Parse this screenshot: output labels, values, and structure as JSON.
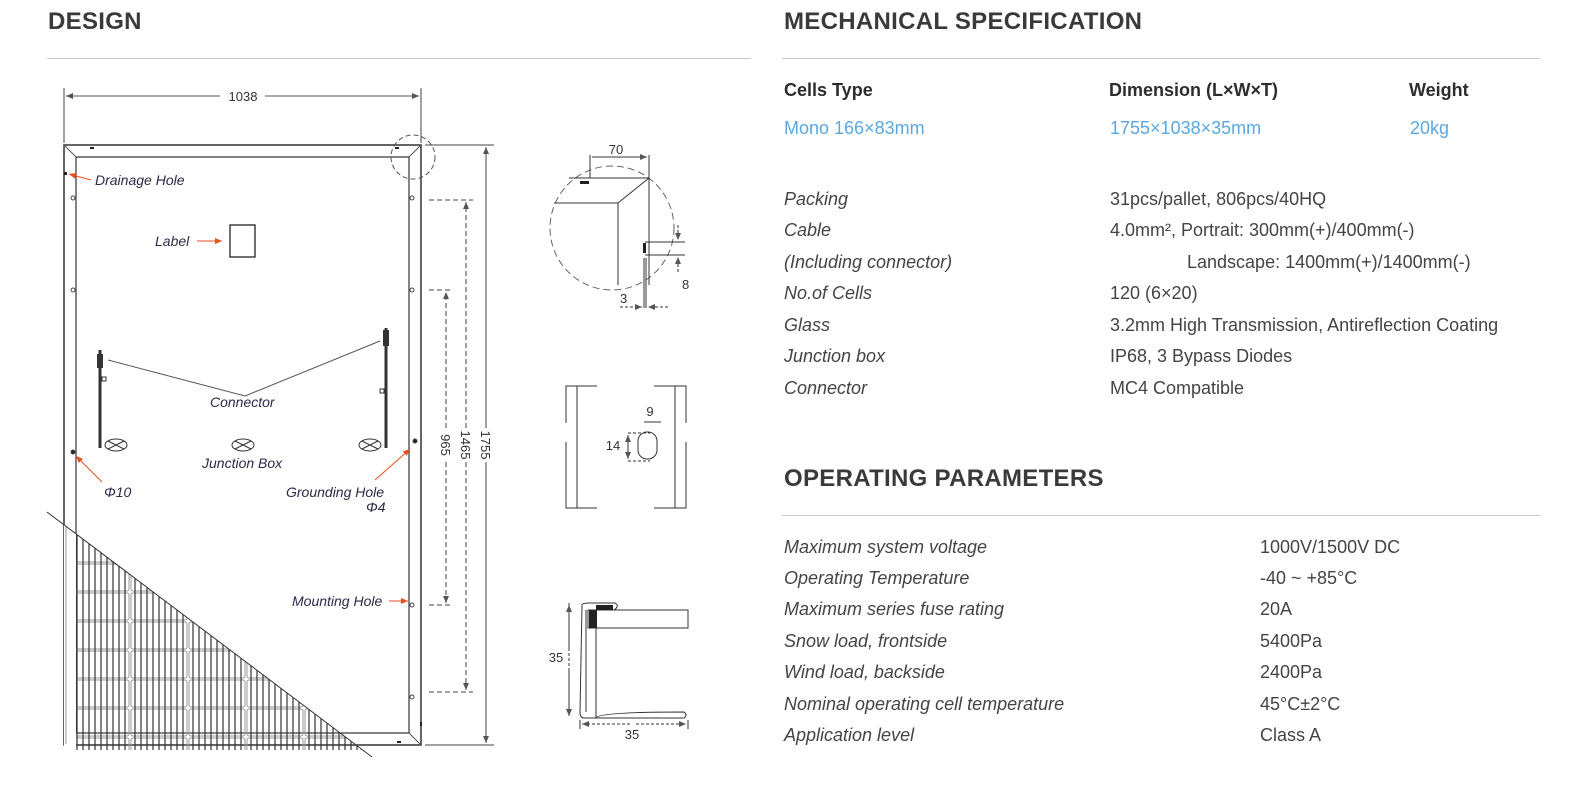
{
  "design": {
    "title": "DESIGN",
    "dimensions": {
      "width": "1038",
      "length": "1755",
      "mount_outer": "1465",
      "mount_inner": "965"
    },
    "labels": {
      "drainage_hole": "Drainage Hole",
      "label": "Label",
      "connector": "Connector",
      "junction_box": "Junction Box",
      "phi10": "Φ10",
      "grounding_hole": "Grounding Hole",
      "phi4": "Φ4",
      "mounting_hole": "Mounting Hole"
    },
    "details": {
      "corner_width": "70",
      "corner_gap": "8",
      "corner_thickness": "3",
      "slot_width": "9",
      "slot_height": "14",
      "frame_height": "35",
      "frame_width": "35"
    }
  },
  "mechanical": {
    "title": "MECHANICAL SPECIFICATION",
    "headers": [
      {
        "label": "Cells Type",
        "value": "Mono 166×83mm"
      },
      {
        "label": "Dimension (L×W×T)",
        "value": "1755×1038×35mm"
      },
      {
        "label": "Weight",
        "value": "20kg"
      }
    ],
    "rows": [
      {
        "label": "Packing",
        "value": "31pcs/pallet, 806pcs/40HQ"
      },
      {
        "label": "Cable",
        "value": "4.0mm², Portrait: 300mm(+)/400mm(-)"
      },
      {
        "label": "(Including connector)",
        "value": "Landscape: 1400mm(+)/1400mm(-)"
      },
      {
        "label": "No.of Cells",
        "value": "120 (6×20)"
      },
      {
        "label": "Glass",
        "value": "3.2mm High Transmission, Antireflection Coating"
      },
      {
        "label": "Junction box",
        "value": "IP68, 3 Bypass Diodes"
      },
      {
        "label": "Connector",
        "value": "MC4 Compatible"
      }
    ]
  },
  "operating": {
    "title": "OPERATING PARAMETERS",
    "rows": [
      {
        "label": "Maximum system voltage",
        "value": "1000V/1500V DC"
      },
      {
        "label": "Operating Temperature",
        "value": "-40 ~ +85°C"
      },
      {
        "label": "Maximum series fuse rating",
        "value": "20A"
      },
      {
        "label": "Snow load, frontside",
        "value": "5400Pa"
      },
      {
        "label": "Wind load, backside",
        "value": "2400Pa"
      },
      {
        "label": "Nominal operating cell temperature",
        "value": "45°C±2°C"
      },
      {
        "label": "Application level",
        "value": "Class A"
      }
    ]
  },
  "colors": {
    "accent_blue": "#5aa8e2",
    "arrow_orange": "#e8501e"
  }
}
